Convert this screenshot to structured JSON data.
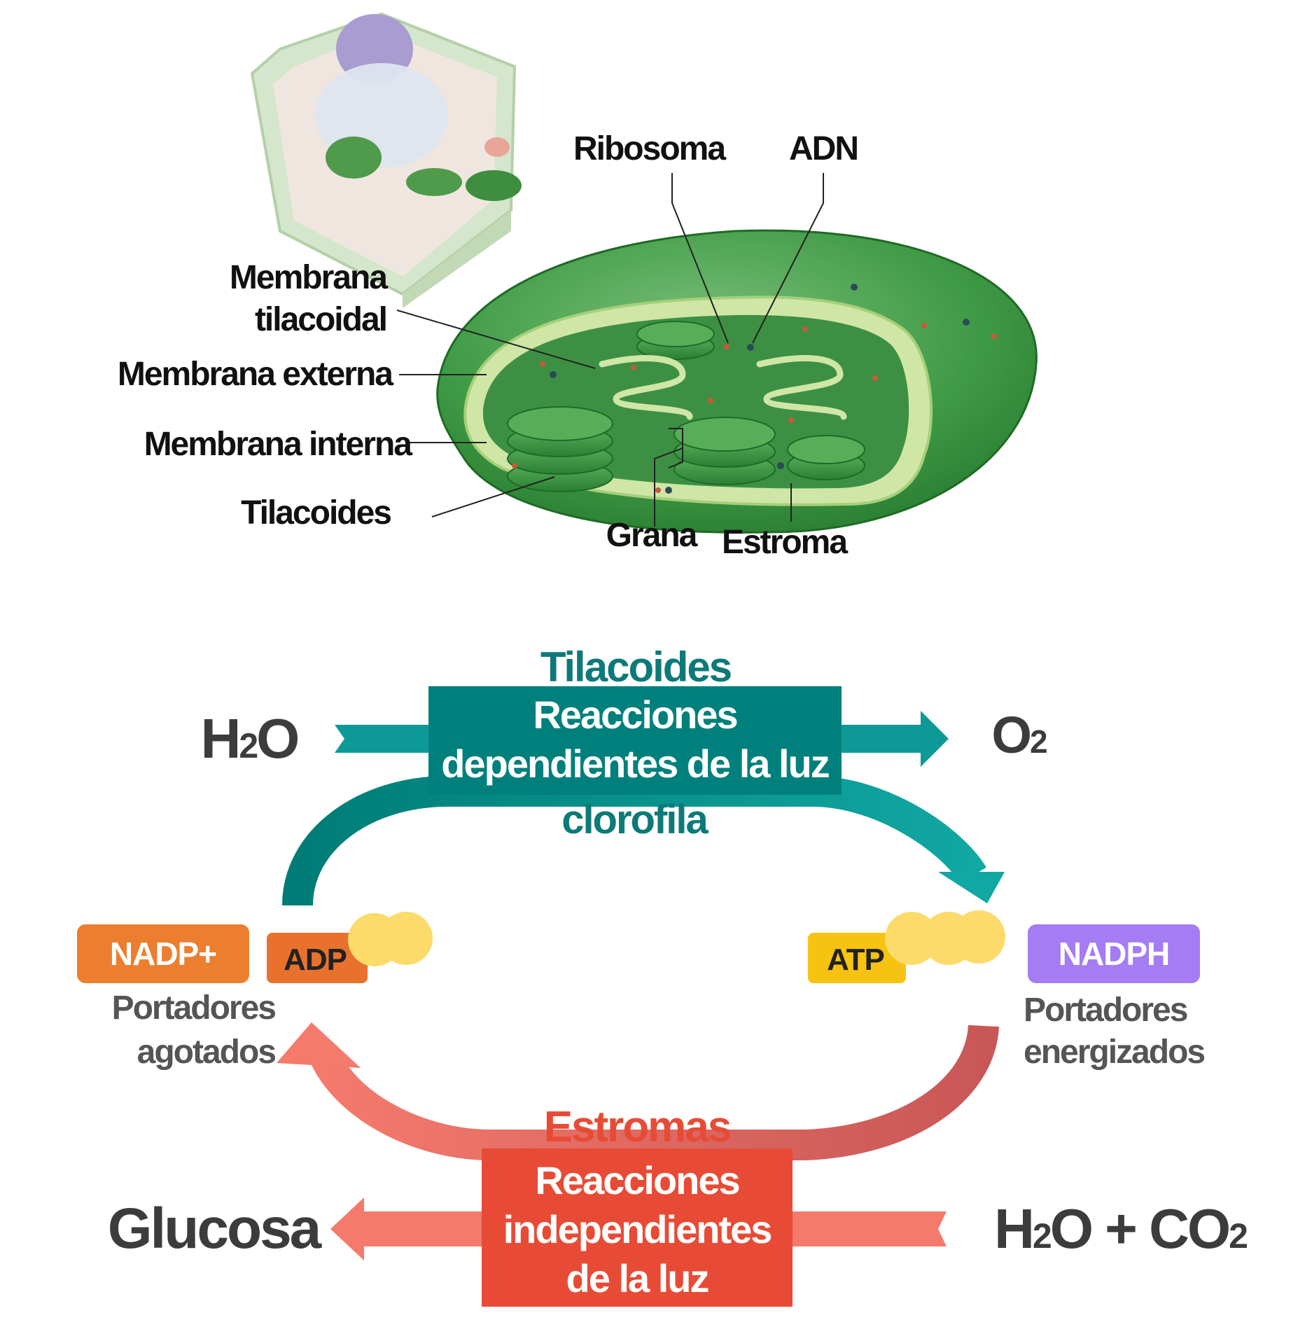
{
  "structure_labels": {
    "ribosoma": "Ribosoma",
    "adn": "ADN",
    "membrana_tilacoidal_line1": "Membrana",
    "membrana_tilacoidal_line2": "tilacoidal",
    "membrana_externa": "Membrana externa",
    "membrana_interna": "Membrana interna",
    "tilacoides": "Tilacoides",
    "grana": "Grana",
    "estroma": "Estroma"
  },
  "light_reactions": {
    "location": "Tilacoides",
    "line1": "Reacciones",
    "line2": "dependientes de la luz",
    "pigment": "clorofila",
    "input_main": "H",
    "input_sub": "2",
    "input_tail": "O",
    "output_main": "O",
    "output_sub": "2",
    "colors": {
      "box": "#00807c",
      "arrow": "#0d9a96",
      "text": "#0d7a78"
    }
  },
  "dark_reactions": {
    "location": "Estromas",
    "line1": "Reacciones",
    "line2": "independientes",
    "line3": "de la luz",
    "output": "Glucosa",
    "input_h": "H",
    "input_sub1": "2",
    "input_mid": "O + CO",
    "input_sub2": "2",
    "colors": {
      "box": "#e84b35",
      "arrow": "#f47a6c",
      "text": "#e84b35"
    }
  },
  "carriers": {
    "nadp_plus": {
      "label": "NADP+",
      "color": "#ec7f2f"
    },
    "adp": {
      "label": "ADP",
      "color": "#e8722d"
    },
    "atp": {
      "label": "ATP",
      "color": "#f7c313"
    },
    "nadph": {
      "label": "NADPH",
      "color": "#a57cf3"
    },
    "phosphate_color": "#fddb6a",
    "depleted_line1": "Portadores",
    "depleted_line2": "agotados",
    "energized_line1": "Portadores",
    "energized_line2": "energizados"
  }
}
